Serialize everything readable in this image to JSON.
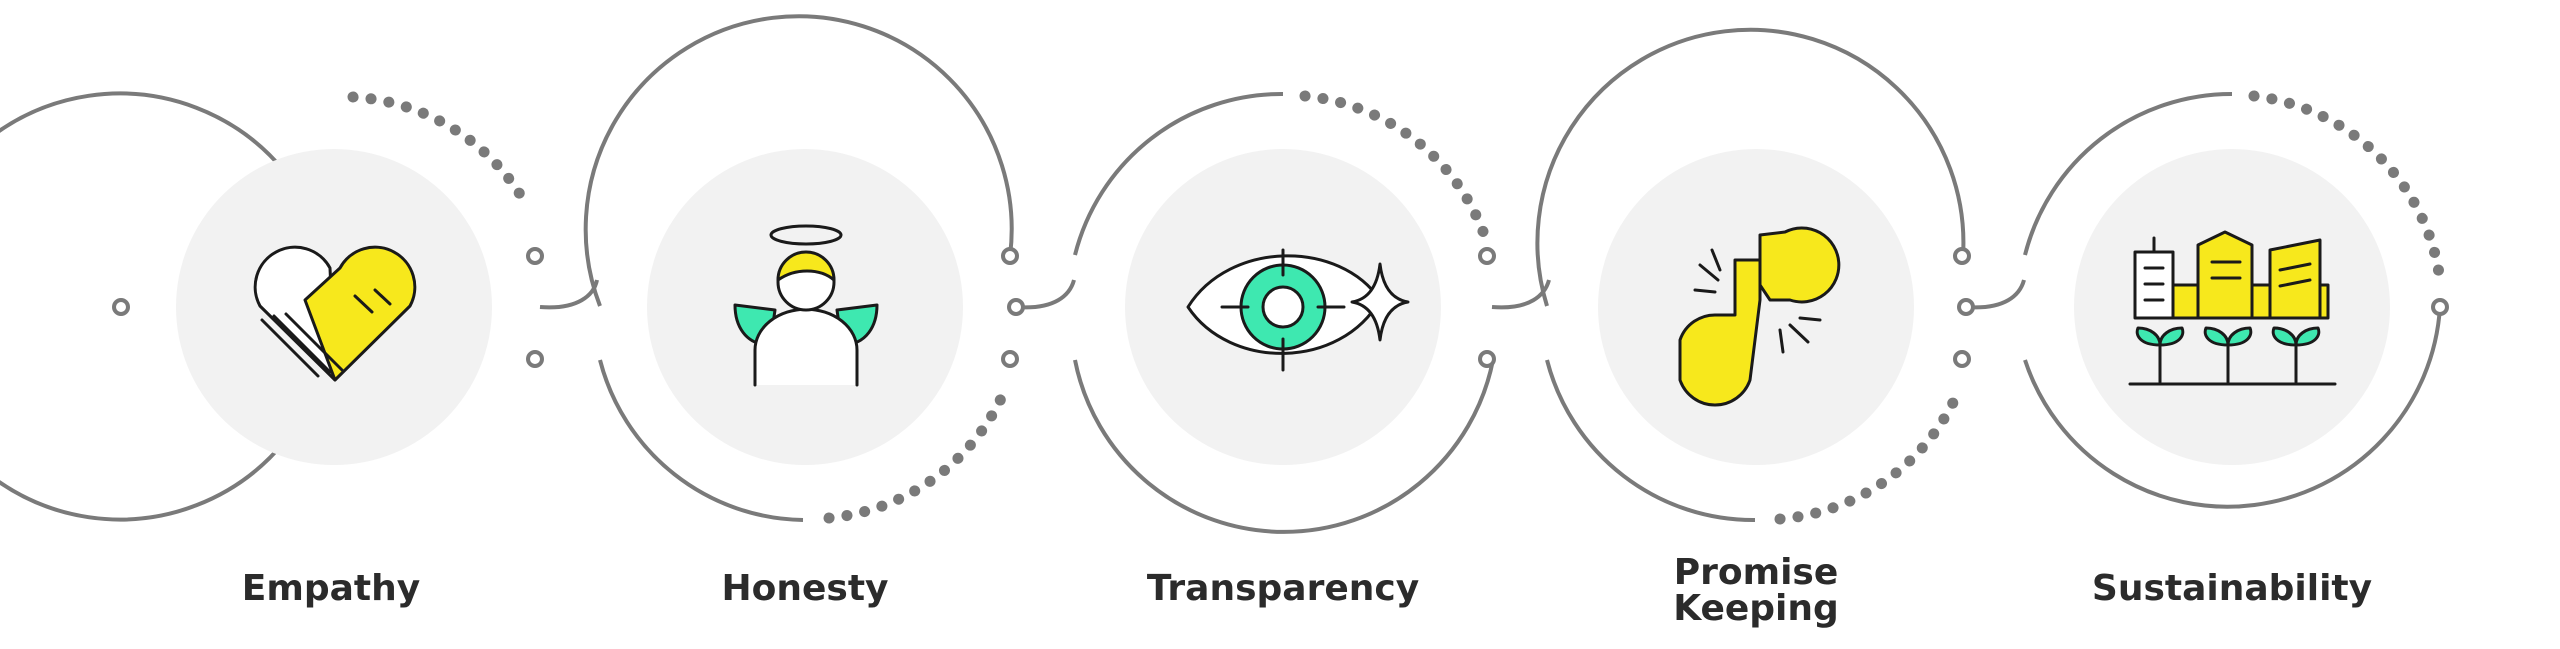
{
  "steps": [
    {
      "label_lines": [
        "Empathy"
      ],
      "icon": "handshake-heart-icon"
    },
    {
      "label_lines": [
        "Honesty"
      ],
      "icon": "angel-icon"
    },
    {
      "label_lines": [
        "Transparency"
      ],
      "icon": "eye-target-icon"
    },
    {
      "label_lines": [
        "Promise",
        "Keeping"
      ],
      "icon": "pinky-promise-icon"
    },
    {
      "label_lines": [
        "Sustainability"
      ],
      "icon": "green-city-plants-icon"
    }
  ],
  "colors": {
    "ring": "#7a7a7a",
    "inner_disc": "#f2f2f2",
    "accent_yellow": "#f7e81c",
    "accent_green": "#3ee8b0",
    "outline": "#1a1a1a",
    "label": "#2b2b2b"
  }
}
